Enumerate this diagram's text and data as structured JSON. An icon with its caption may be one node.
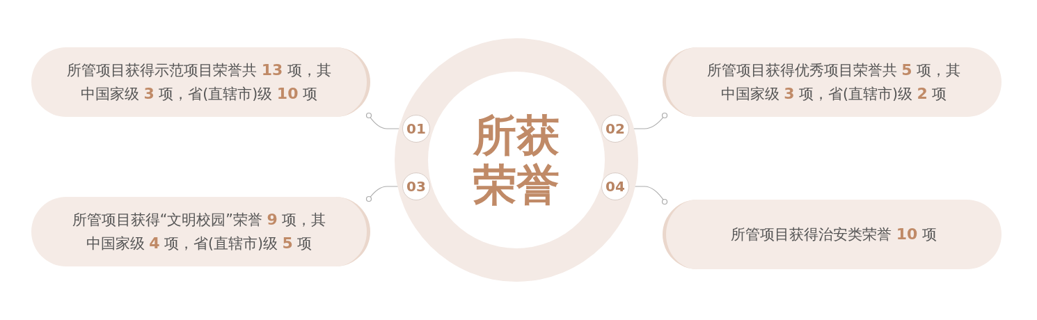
{
  "diagram": {
    "nodes": [
      {
        "text": [
          "所获荣誉"
        ]
      },
      {
        "text": [
          "01"
        ],
        "in": 0
      },
      {
        "text": [
          "02"
        ],
        "in": 0
      },
      {
        "text": [
          "03"
        ],
        "in": 0
      },
      {
        "text": [
          "04"
        ],
        "in": 0
      },
      {
        "text": [
          "所管项目获得示范项目荣誉共 **13** 项，其中国家级 **3** 项，省(直辖市)级 **10** 项"
        ]
      },
      {
        "text": [
          "所管项目获得优秀项目荣誉共 **5** 项，其中国家级 **3** 项，省(直辖市)级 **2** 项"
        ]
      },
      {
        "text": [
          "所管项目获得“文明校园”荣誉 **9** 项，其中国家级 **4** 项，省(直辖市)级 **5** 项"
        ]
      },
      {
        "text": [
          "所管项目获得治安类荣誉 **10** 项"
        ]
      }
    ],
    "edges": [
      {
        "from": 1,
        "to": 5,
        "arrow": "other"
      },
      {
        "from": 2,
        "to": 6,
        "arrow": "other"
      },
      {
        "from": 3,
        "to": 7,
        "arrow": "other"
      },
      {
        "from": 4,
        "to": 8,
        "arrow": "other"
      }
    ]
  }
}
